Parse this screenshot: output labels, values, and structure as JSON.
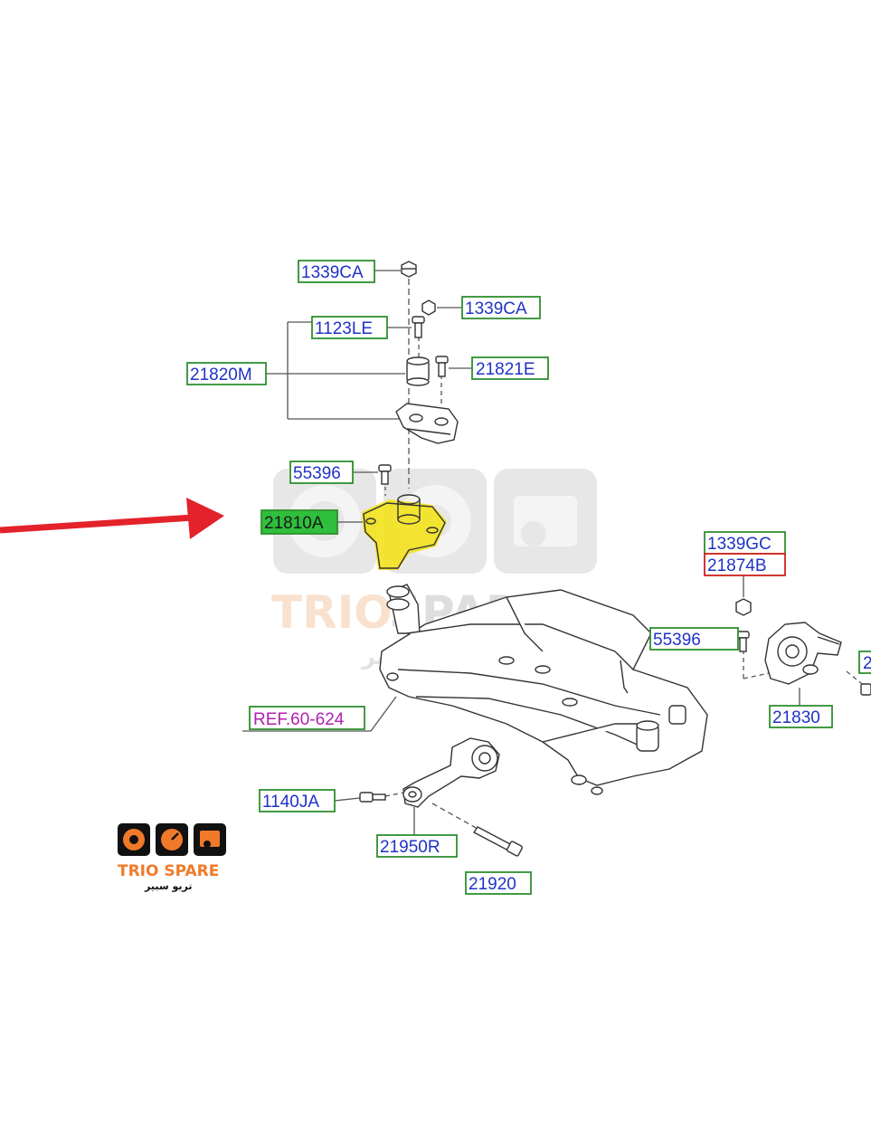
{
  "colors": {
    "label_text": "#1f33c6",
    "label_border": "#2f8f2f",
    "label_highlight": "#2fbf3c",
    "label_red_border": "#d02020",
    "ref_text": "#b020b0",
    "arrow": "#e3222a",
    "highlight": "#f2e21c",
    "brand_orange": "#f07a2a",
    "watermark_gray": "#c8c8c8"
  },
  "labels": {
    "l_1339ca_top": "1339CA",
    "l_1339ca_right": "1339CA",
    "l_1123le": "1123LE",
    "l_21820m": "21820M",
    "l_21821e": "21821E",
    "l_55396_top": "55396",
    "l_21810a": "21810A",
    "l_1339gc": "1339GC",
    "l_21874b": "21874B",
    "l_55396_right": "55396",
    "l_21830": "21830",
    "l_ref": "REF.60-624",
    "l_1140ja": "1140JA",
    "l_21950r": "21950R",
    "l_21920": "21920",
    "l_cut": "2"
  },
  "watermark": {
    "brand_a": "TRIO",
    "brand_b": "SPARE",
    "arabic": "تريو سبير"
  },
  "logo": {
    "brand": "TRIO SPARE",
    "arabic": "تريو سبير"
  }
}
